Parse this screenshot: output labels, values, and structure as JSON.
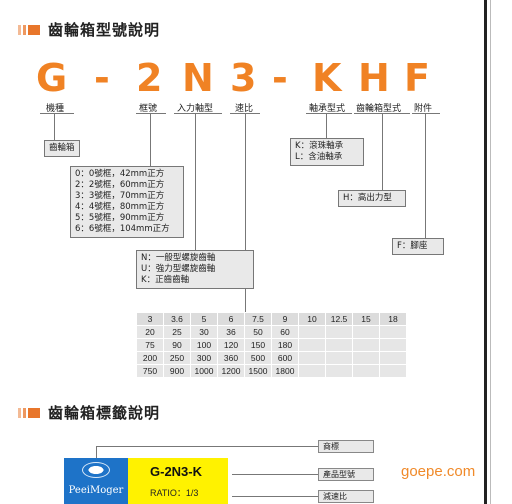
{
  "section1": {
    "title": "齒輪箱型號說明"
  },
  "section2": {
    "title": "齒輪箱標籤說明"
  },
  "model_chars": [
    "G",
    "-",
    "2",
    "N",
    "3",
    "-",
    "K",
    "H",
    "F"
  ],
  "labels": {
    "machine": "機種",
    "frame": "框號",
    "input": "入力軸型",
    "speed": "速比",
    "bearing": "軸承型式",
    "gearbox_type": "齒輪箱型式",
    "accessory": "附件"
  },
  "boxes": {
    "gearbox": "齒輪箱",
    "frame_lines": [
      "0：0號框，42mm正方",
      "2：2號框，60mm正方",
      "3：3號框，70mm正方",
      "4：4號框，80mm正方",
      "5：5號框，90mm正方",
      "6：6號框，104mm正方"
    ],
    "input_lines": [
      "N：一般型螺旋齒軸",
      "U：強力型螺旋齒軸",
      "K：正齒齒軸"
    ],
    "bearing_lines": [
      "K：滾珠軸承",
      "L：含油軸承"
    ],
    "high_output": "H：高出力型",
    "foot": "F：腳座"
  },
  "ratio_table": {
    "header": [
      "3",
      "3.6",
      "5",
      "6",
      "7.5",
      "9",
      "10",
      "12.5",
      "15",
      "18"
    ],
    "rows": [
      [
        "20",
        "25",
        "30",
        "36",
        "50",
        "60",
        "",
        "",
        "",
        ""
      ],
      [
        "75",
        "90",
        "100",
        "120",
        "150",
        "180",
        "",
        "",
        "",
        ""
      ],
      [
        "200",
        "250",
        "300",
        "360",
        "500",
        "600",
        "",
        "",
        "",
        ""
      ],
      [
        "750",
        "900",
        "1000",
        "1200",
        "1500",
        "1800",
        "",
        "",
        "",
        ""
      ]
    ]
  },
  "tag": {
    "brand": "PeeiMoger",
    "model": "G-2N3-K",
    "ratio": "RATIO：1/3"
  },
  "label_boxes": [
    "商標",
    "產品型號",
    "減速比"
  ],
  "watermark": "goepe.com",
  "colors": {
    "accent": "#f08224",
    "tag_yellow": "#fff200",
    "tag_blue": "#1e73c8"
  }
}
